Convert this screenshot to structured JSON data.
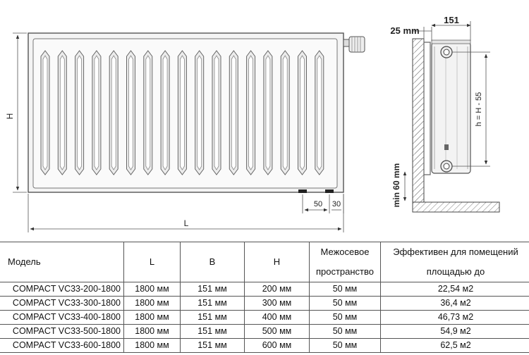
{
  "front_view": {
    "label_height": "H",
    "label_length": "L",
    "dim_connection_a": "50",
    "dim_connection_b": "30"
  },
  "side_view": {
    "dim_wall_gap": "25 mm",
    "dim_depth": "151",
    "dim_axis": "h = H - 55",
    "dim_floor": "min 60 mm"
  },
  "table": {
    "headers": {
      "model": "Модель",
      "length": "L",
      "depth": "B",
      "height": "H",
      "axis_line1": "Межосевое",
      "axis_line2": "пространство",
      "area_line1": "Эффективен для помещений",
      "area_line2": "площадью до"
    },
    "rows": [
      {
        "model": "COMPACT VC33-200-1800",
        "L": "1800 мм",
        "B": "151 мм",
        "H": "200 мм",
        "axis": "50 мм",
        "area": "22,54 м2"
      },
      {
        "model": "COMPACT VC33-300-1800",
        "L": "1800 мм",
        "B": "151 мм",
        "H": "300 мм",
        "axis": "50 мм",
        "area": "36,4 м2"
      },
      {
        "model": "COMPACT VC33-400-1800",
        "L": "1800 мм",
        "B": "151 мм",
        "H": "400 мм",
        "axis": "50 мм",
        "area": "46,73 м2"
      },
      {
        "model": "COMPACT VC33-500-1800",
        "L": "1800 мм",
        "B": "151 мм",
        "H": "500 мм",
        "axis": "50 мм",
        "area": "54,9 м2"
      },
      {
        "model": "COMPACT VC33-600-1800",
        "L": "1800 мм",
        "B": "151 мм",
        "H": "600 мм",
        "axis": "50 мм",
        "area": "62,5 м2"
      }
    ]
  }
}
